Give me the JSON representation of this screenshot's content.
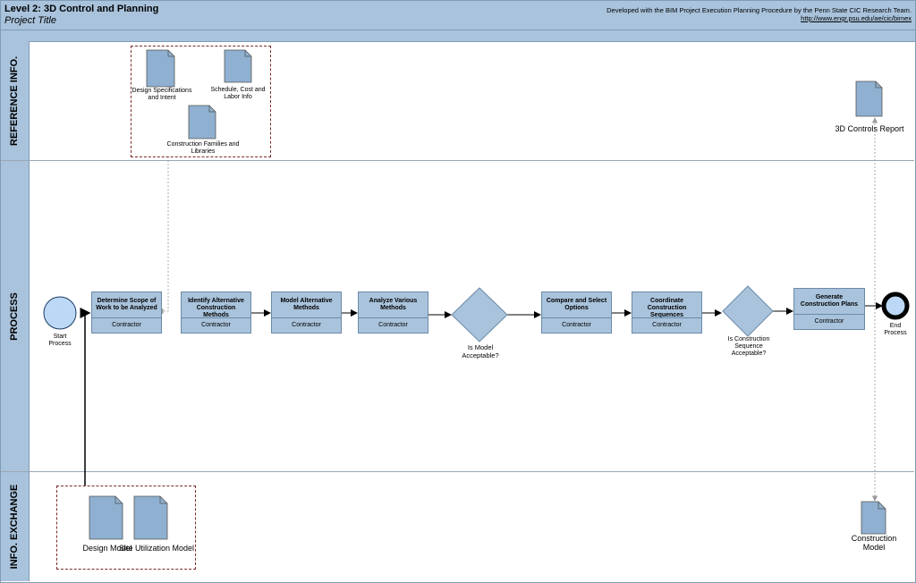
{
  "header": {
    "title": "Level 2:  3D Control and Planning",
    "subtitle": "Project Title",
    "credit": "Developed with the BIM Project Execution Planning Procedure by the Penn State CIC Research Team.",
    "url": "http://www.engr.psu.edu/ae/cic/bimex"
  },
  "lanes": {
    "reference": "REFERENCE INFO.",
    "process": "PROCESS",
    "exchange": "INFO. EXCHANGE"
  },
  "reference_docs": {
    "design_spec": "Design Specifications and Intent",
    "schedule": "Schedule, Cost and Labor Info",
    "families": "Construction Families and Libraries",
    "report": "3D Controls Report"
  },
  "events": {
    "start": "Start Process",
    "end": "End Process"
  },
  "tasks": [
    {
      "title": "Determine Scope of Work to be Analyzed",
      "role": "Contractor"
    },
    {
      "title": "Identify Alternative Construction Methods",
      "role": "Contractor"
    },
    {
      "title": "Model Alternative Methods",
      "role": "Contractor"
    },
    {
      "title": "Analyze Various Methods",
      "role": "Contractor"
    },
    {
      "title": "Compare and Select Options",
      "role": "Contractor"
    },
    {
      "title": "Coordinate Construction Sequences",
      "role": "Contractor"
    },
    {
      "title": "Generate Construction Plans",
      "role": "Contractor"
    }
  ],
  "gateways": {
    "g1": "Is Model Acceptable?",
    "g2": "Is Construction Sequence Acceptable?"
  },
  "exchange_docs": {
    "design_model": "Design Model",
    "site_model": "Site Utilization Model",
    "construction_model": "Construction Model"
  },
  "colors": {
    "lane_fill": "#a9c3dc",
    "doc_fill": "#8fb0d0",
    "event_fill": "#bcd8f6"
  }
}
